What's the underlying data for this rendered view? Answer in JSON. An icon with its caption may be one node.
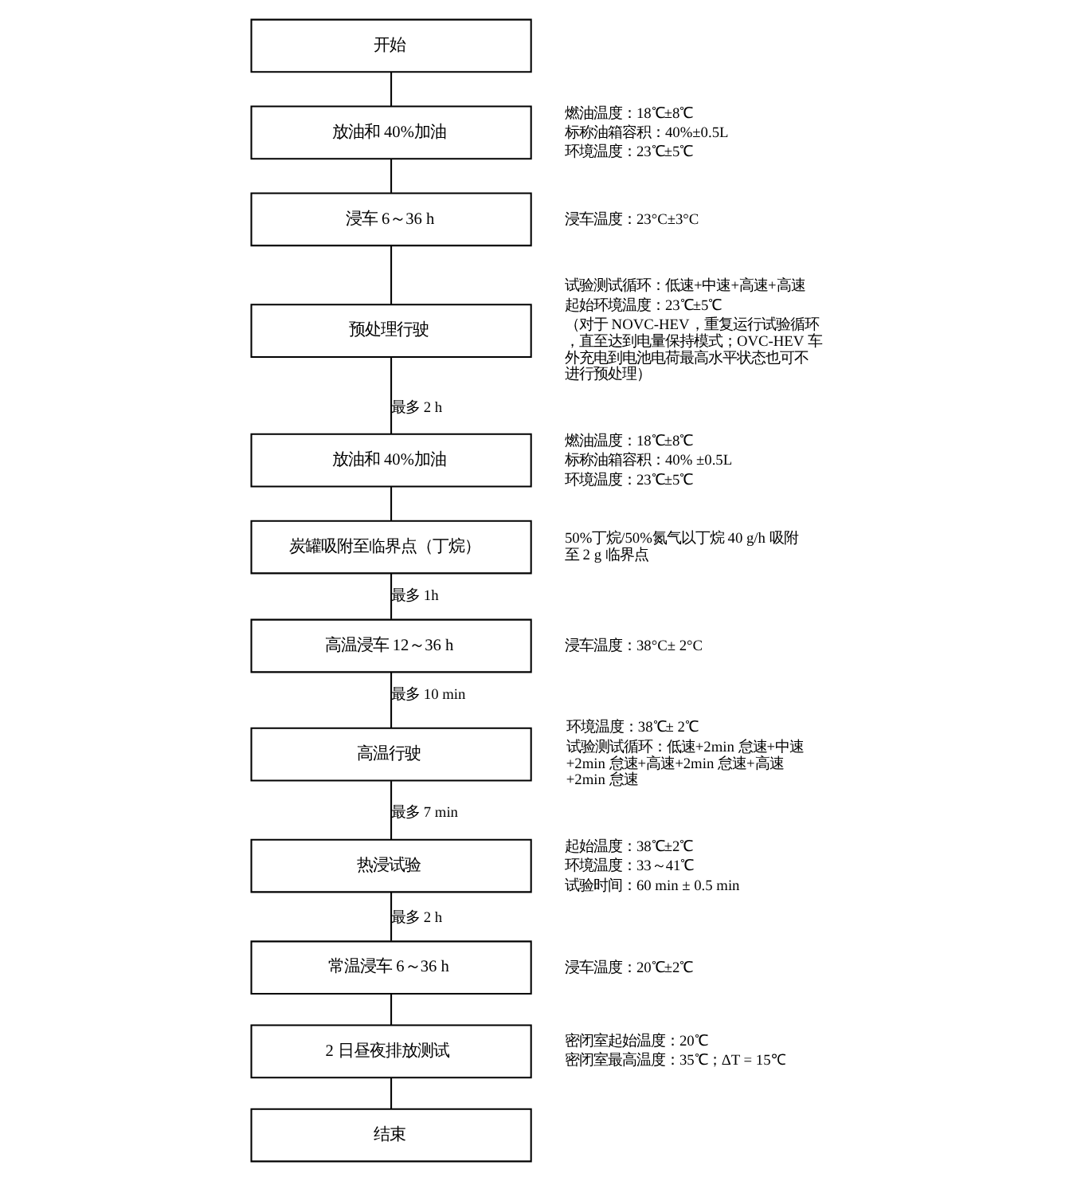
{
  "diagram": {
    "nodes": [
      {
        "text": [
          "开始"
        ]
      },
      {
        "text": [
          "放油和 40%加油"
        ],
        "beside": [
          "燃油温度：18℃±8℃",
          "标称油箱容积：40%±0.5L",
          "环境温度：23℃±5℃"
        ]
      },
      {
        "text": [
          "浸车 6～36 h"
        ],
        "beside": [
          "浸车温度：23°C±3°C"
        ]
      },
      {
        "text": [
          "预处理行驶"
        ],
        "beside": [
          "试验测试循环：低速+中速+高速+高速",
          "起始环境温度：23℃±5℃",
          "（对于 NOVC-HEV，重复运行试验循环，直至达到电量保持模式；OVC-HEV 车外充电到电池电荷最高水平状态也可不进行预处理）"
        ]
      },
      {
        "text": [
          "放油和 40%加油"
        ],
        "beside": [
          "燃油温度：18℃±8℃",
          "标称油箱容积：40% ±0.5L",
          "环境温度：23℃±5℃"
        ]
      },
      {
        "text": [
          "炭罐吸附至临界点（丁烷）"
        ],
        "beside": [
          "50%丁烷/50%氮气以丁烷 40 g/h 吸附至 2 g 临界点"
        ]
      },
      {
        "text": [
          "高温浸车 12～36 h"
        ],
        "beside": [
          "浸车温度：38°C± 2°C"
        ]
      },
      {
        "text": [
          "高温行驶"
        ],
        "beside": [
          "环境温度：38℃± 2℃",
          "试验测试循环：低速+2min 怠速+中速+2min 怠速+高速+2min 怠速+高速+2min 怠速"
        ]
      },
      {
        "text": [
          "热浸试验"
        ],
        "beside": [
          "起始温度：38℃±2℃",
          "环境温度：33～41℃",
          "试验时间：60 min ± 0.5 min"
        ]
      },
      {
        "text": [
          "常温浸车 6～36 h"
        ],
        "beside": [
          "浸车温度：20℃±2℃"
        ]
      },
      {
        "text": [
          "2 日昼夜排放测试"
        ],
        "beside": [
          "密闭室起始温度：20℃",
          "密闭室最高温度：35℃；ΔT = 15℃"
        ]
      },
      {
        "text": [
          "结束"
        ]
      }
    ],
    "edges": [
      {
        "from": 0,
        "to": 1,
        "arrow": "none"
      },
      {
        "from": 1,
        "to": 2,
        "arrow": "none"
      },
      {
        "from": 2,
        "to": 3,
        "arrow": "none"
      },
      {
        "from": 3,
        "to": 4,
        "arrow": "none",
        "label": "最多 2 h"
      },
      {
        "from": 4,
        "to": 5,
        "arrow": "none"
      },
      {
        "from": 5,
        "to": 6,
        "arrow": "none",
        "label": "最多 1h"
      },
      {
        "from": 6,
        "to": 7,
        "arrow": "none",
        "label": "最多 10 min"
      },
      {
        "from": 7,
        "to": 8,
        "arrow": "none",
        "label": "最多 7 min"
      },
      {
        "from": 8,
        "to": 9,
        "arrow": "none",
        "label": "最多 2 h"
      },
      {
        "from": 9,
        "to": 10,
        "arrow": "none"
      },
      {
        "from": 10,
        "to": 11,
        "arrow": "none"
      }
    ]
  }
}
